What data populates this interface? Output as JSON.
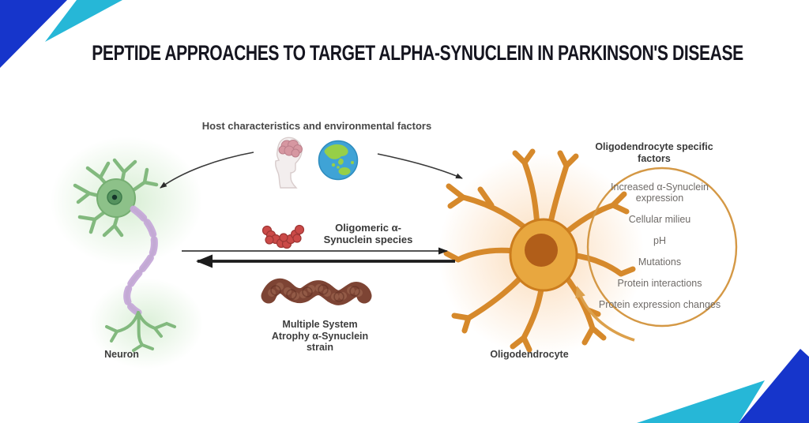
{
  "title": "PEPTIDE APPROACHES TO TARGET ALPHA-SYNUCLEIN IN PARKINSON'S DISEASE",
  "diagram": {
    "host_factors_label": "Host characteristics and environmental factors",
    "host_icons": [
      "human-head-profile-with-brain",
      "globe-earth"
    ],
    "oligomeric_species": {
      "lines": [
        "Oligomeric α-",
        "Synuclein species"
      ]
    },
    "msa_strain": {
      "lines": [
        "Multiple System",
        "Atrophy α-Synuclein",
        "strain"
      ]
    },
    "neuron_label": "Neuron",
    "oligodendrocyte_label": "Oligodendrocyte",
    "factors_panel": {
      "heading_lines": [
        "Oligodendrocyte specific",
        "factors"
      ],
      "items": [
        "Increased α-Synuclein expression",
        "Cellular milieu",
        "pH",
        "Mutations",
        "Protein interactions",
        "Protein expression changes"
      ]
    }
  },
  "colors": {
    "corner_blue": "#1635cb",
    "corner_cyan": "#26b7d7",
    "title_text": "#15151f",
    "neuron_green": "#8dc189",
    "myelin_purple": "#c6a9d9",
    "oligodendrocyte_orange": "#e8a73f",
    "oligomer_red": "#cb4a48",
    "fibril_brown": "#7d4434",
    "factors_circle_orange": "#d49845",
    "arrow_dark": "#2a2a2a"
  }
}
